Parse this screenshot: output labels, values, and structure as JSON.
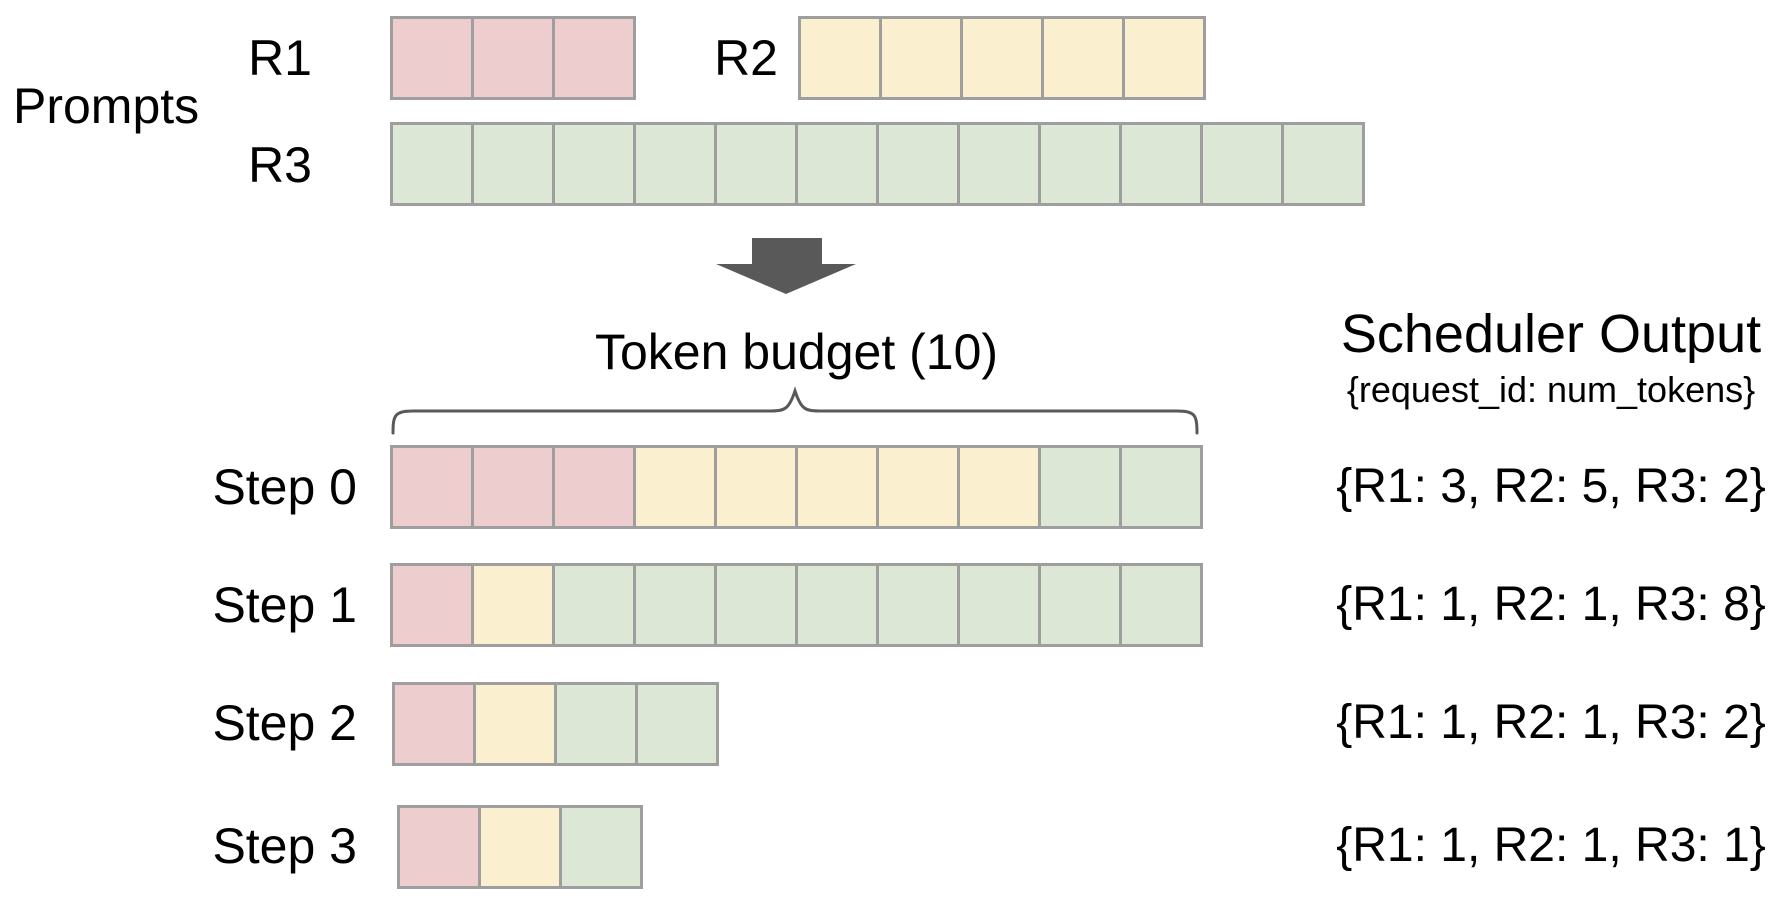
{
  "labels": {
    "prompts": "Prompts",
    "token_budget": "Token budget (10)"
  },
  "token_budget": 10,
  "colors": {
    "r1": "#edcdcd",
    "r2": "#faf0d0",
    "r3": "#dce8d5",
    "cell_border": "#9e9e9e",
    "arrow": "#595959",
    "brace": "#595959",
    "text": "#000000",
    "background": "#ffffff"
  },
  "prompt_rows": [
    {
      "label": "R1",
      "segments": [
        {
          "request": "R1",
          "color": "r1",
          "count": 3
        }
      ]
    },
    {
      "label": "R2",
      "segments": [
        {
          "request": "R2",
          "color": "r2",
          "count": 5
        }
      ]
    },
    {
      "label": "R3",
      "segments": [
        {
          "request": "R3",
          "color": "r3",
          "count": 12
        }
      ]
    }
  ],
  "scheduler": {
    "title": "Scheduler Output",
    "subtitle": "{request_id: num_tokens}"
  },
  "steps": [
    {
      "label": "Step 0",
      "segments": [
        {
          "request": "R1",
          "color": "r1",
          "count": 3
        },
        {
          "request": "R2",
          "color": "r2",
          "count": 5
        },
        {
          "request": "R3",
          "color": "r3",
          "count": 2
        }
      ],
      "output": "{R1: 3, R2: 5, R3: 2}"
    },
    {
      "label": "Step 1",
      "segments": [
        {
          "request": "R1",
          "color": "r1",
          "count": 1
        },
        {
          "request": "R2",
          "color": "r2",
          "count": 1
        },
        {
          "request": "R3",
          "color": "r3",
          "count": 8
        }
      ],
      "output": "{R1: 1, R2: 1, R3: 8}"
    },
    {
      "label": "Step 2",
      "segments": [
        {
          "request": "R1",
          "color": "r1",
          "count": 1
        },
        {
          "request": "R2",
          "color": "r2",
          "count": 1
        },
        {
          "request": "R3",
          "color": "r3",
          "count": 2
        }
      ],
      "output": "{R1: 1, R2: 1, R3: 2}"
    },
    {
      "label": "Step 3",
      "segments": [
        {
          "request": "R1",
          "color": "r1",
          "count": 1
        },
        {
          "request": "R2",
          "color": "r2",
          "count": 1
        },
        {
          "request": "R3",
          "color": "r3",
          "count": 1
        }
      ],
      "output": "{R1: 1, R2: 1, R3: 1}"
    }
  ]
}
